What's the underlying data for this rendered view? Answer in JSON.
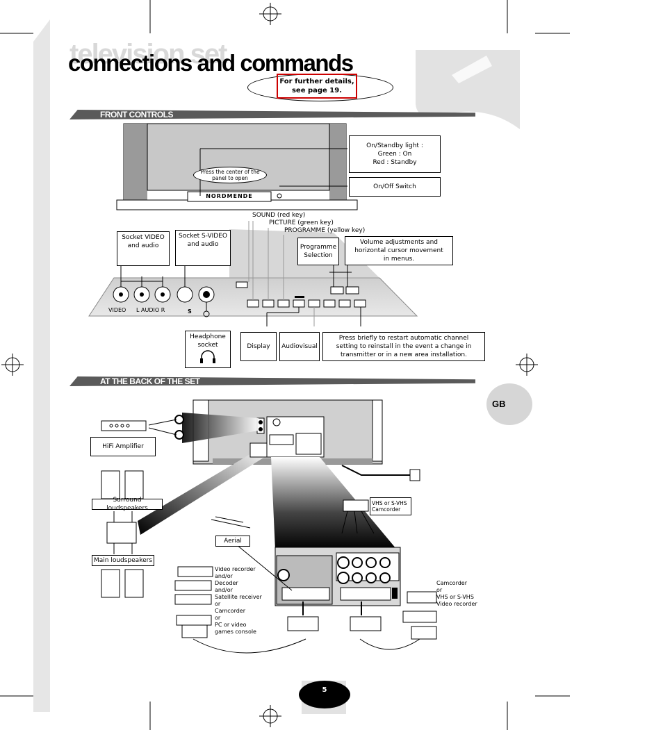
{
  "page": {
    "title_shadow": "television set",
    "title": "connections and commands",
    "note": "For further details, see page 19.",
    "page_number": "5",
    "language_tab": "GB"
  },
  "front": {
    "section_title": "FRONT CONTROLS",
    "brand": "NORDMENDE",
    "press_center": "Press the center of the panel to open",
    "standby_light": [
      "On/Standby light :",
      "Green : On",
      "Red : Standby"
    ],
    "onoff_switch": "On/Off Switch",
    "key_sound": "SOUND (red key)",
    "key_picture": "PICTURE (green key)",
    "key_programme": "PROGRAMME  (yellow key)",
    "socket_video": "Socket VIDEO and audio",
    "socket_svideo": "Socket S-VIDEO and audio",
    "programme_selection": "Programme Selection",
    "volume_adjust": "Volume adjustments and horizontal cursor movement in menus.",
    "panel_labels": {
      "video": "VIDEO",
      "audio": "L AUDIO R",
      "s": "S"
    },
    "headphone": "Headphone socket",
    "display": "Display",
    "audiovisual": "Audiovisual",
    "restart_note": "Press briefly to restart automatic channel setting to reinstall in the event a change in transmitter or in a new area installation."
  },
  "back": {
    "section_title": "AT THE BACK OF THE SET",
    "hifi": "HiFi Amplifier",
    "surround": "Surround loudspeakers",
    "main_speakers": "Main loudspeakers",
    "aerial": "Aerial",
    "vhs_camcorder": "VHS or S-VHS Camcorder",
    "devices_left": [
      "Video recorder",
      "and/or",
      "Decoder",
      "and/or",
      "Satellite receiver",
      "or",
      "Camcorder",
      "or",
      "PC or video",
      "games console"
    ],
    "devices_right": [
      "Camcorder",
      "or",
      "VHS or S-VHS",
      "Video recorder"
    ]
  }
}
